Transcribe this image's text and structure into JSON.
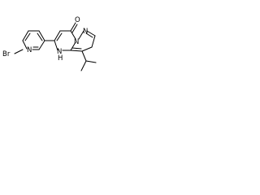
{
  "structure": {
    "atoms": {
      "bromine": "Br",
      "pyridine_nitrogen": "N",
      "carbonyl_oxygen": "O",
      "ring_nitrogen": "N",
      "bridge_nitrogen": "N",
      "nh_nitrogen": "N",
      "nh_hydrogen": "H"
    }
  }
}
